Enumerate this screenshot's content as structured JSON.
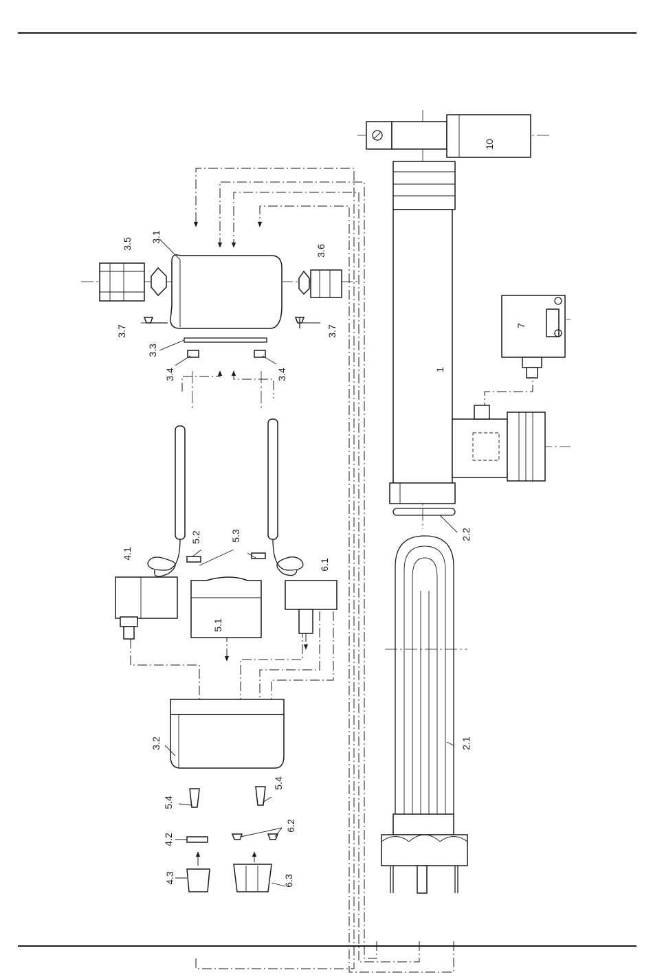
{
  "labels": {
    "p1": "1",
    "p2_1": "2.1",
    "p2_2": "2.2",
    "p3_1": "3.1",
    "p3_2": "3.2",
    "p3_3": "3.3",
    "p3_4a": "3.4",
    "p3_4b": "3.4",
    "p3_5": "3.5",
    "p3_6": "3.6",
    "p3_7a": "3.7",
    "p3_7b": "3.7",
    "p4_1": "4.1",
    "p4_2": "4.2",
    "p4_3": "4.3",
    "p5_1": "5.1",
    "p5_2": "5.2",
    "p5_3": "5.3",
    "p5_4a": "5.4",
    "p5_4b": "5.4",
    "p6_1": "6.1",
    "p6_2": "6.2",
    "p6_3": "6.3",
    "p7": "7",
    "p10": "10"
  }
}
